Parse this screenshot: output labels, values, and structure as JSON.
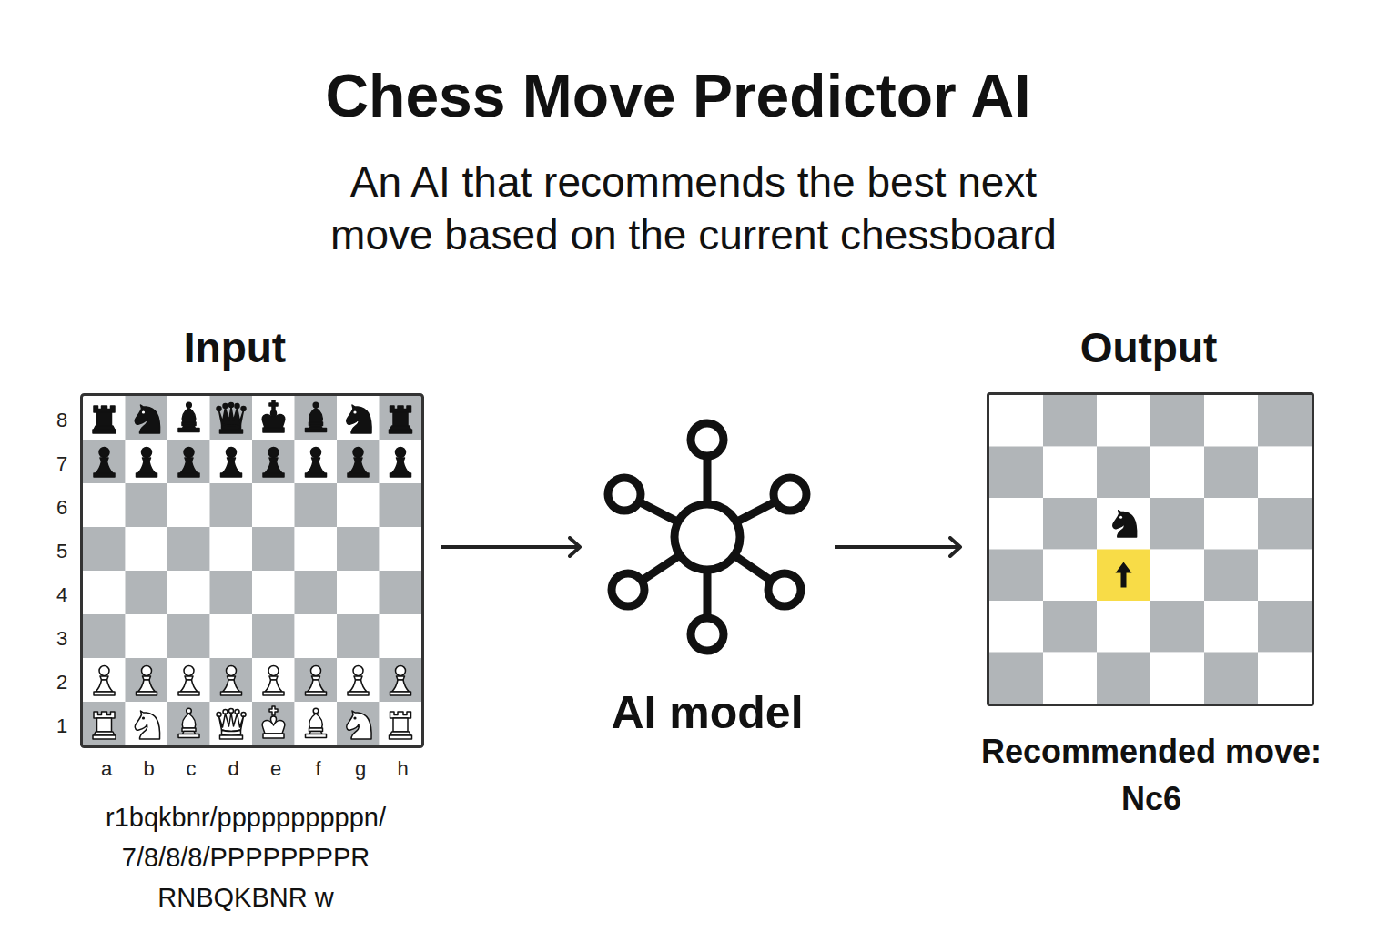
{
  "diagram": {
    "title": "Chess Move Predictor AI",
    "nodes": [
      {
        "text": [
          "Input",
          "r1bqkbnr/ppppppppppn/ 7/8/8/8/PPPPPPPPR RNBQKBNR w"
        ]
      },
      {
        "text": [
          "AI model"
        ]
      },
      {
        "text": [
          "Output",
          "Recommended move: Nc6"
        ]
      }
    ],
    "edges": [
      {
        "from": 0,
        "to": 1,
        "arrow": "to"
      },
      {
        "from": 1,
        "to": 2,
        "arrow": "to"
      }
    ],
    "labels": [
      "An AI that recommends the best next move based on the current chessboard",
      "8",
      "7",
      "6",
      "5",
      "4",
      "3",
      "2",
      "1",
      "a",
      "b",
      "c",
      "d",
      "e",
      "f",
      "g",
      "h"
    ]
  }
}
